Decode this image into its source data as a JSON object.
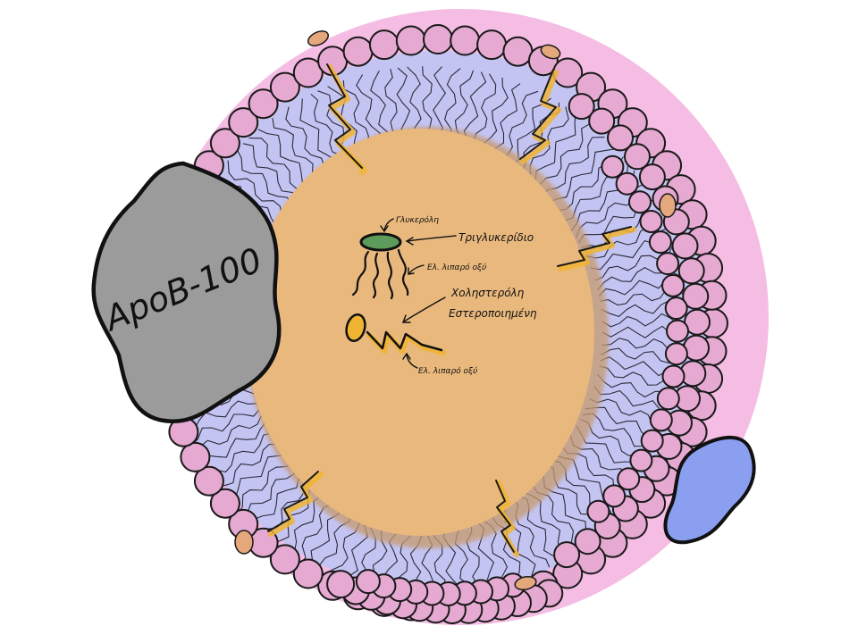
{
  "diagram": {
    "labels": {
      "apob": "ApoB-100",
      "glycerol": "Γλυκερόλη",
      "triglyceride": "Τριγλυκερίδιο",
      "fatty_acid_1": "Ελ. λιπαρό οξύ",
      "cholesterol_line1": "Χοληστερόλη",
      "cholesterol_line2": "Εστεροποιημένη",
      "fatty_acid_2": "Ελ. λιπαρό οξύ"
    },
    "colors": {
      "outer_halo": "#f5bde3",
      "head_fill": "#e6a9d2",
      "head_stroke": "#1a1a1a",
      "tail_layer": "#c4c4f2",
      "core": "#e9b87d",
      "core_shadow": "#c69a6d",
      "apob_fill": "#9b9b9b",
      "blue_protein": "#8a9ff0",
      "glycerol_fill": "#5c9b5a",
      "zigzag_yellow": "#f0b432",
      "cholesterol_ring": "#f0b432",
      "orange_blob": "#e5a77c"
    }
  }
}
